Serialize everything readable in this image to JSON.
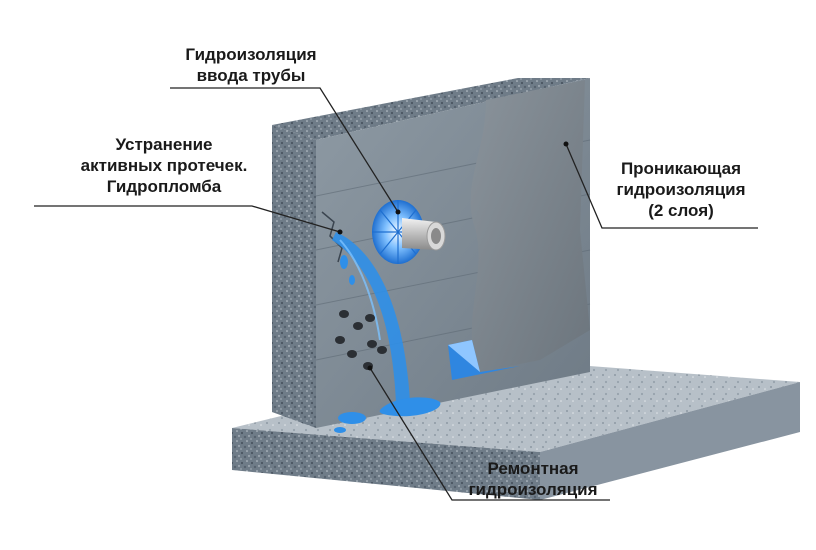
{
  "labels": {
    "pipe_entry": {
      "line1": "Гидроизоляция",
      "line2": "ввода трубы"
    },
    "active_leaks": {
      "line1": "Устранение",
      "line2": "активных протечек.",
      "line3": "Гидропломба"
    },
    "penetrating": {
      "line1": "Проникающая",
      "line2": "гидроизоляция",
      "line3": "(2 слоя)"
    },
    "repair": {
      "line1": "Ремонтная",
      "line2": "гидроизоляция"
    }
  },
  "colors": {
    "concrete_dark": "#5d6b78",
    "concrete_light": "#a9b3bd",
    "wall_face": "#7d8a95",
    "coating": "#7b848c",
    "water": "#2f8fe8",
    "leader": "#222222"
  }
}
